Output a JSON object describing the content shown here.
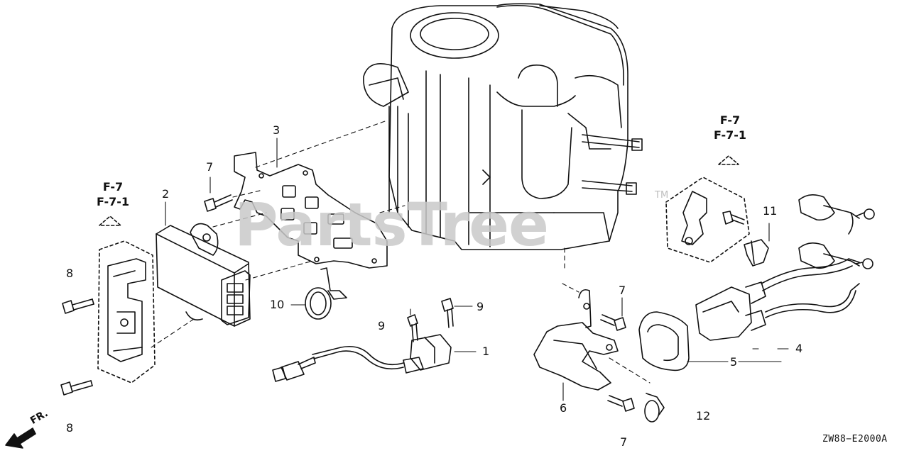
{
  "diagram": {
    "callouts": {
      "c1": "1",
      "c2": "2",
      "c3": "3",
      "c4": "4",
      "c5": "5",
      "c6": "6",
      "c7a": "7",
      "c7b": "7",
      "c7c": "7",
      "c8a": "8",
      "c8b": "8",
      "c9a": "9",
      "c9b": "9",
      "c10": "10",
      "c11": "11",
      "c12": "12"
    },
    "refs": {
      "left_line1": "F-7",
      "left_line2": "F-7-1",
      "right_line1": "F-7",
      "right_line2": "F-7-1"
    },
    "front_label": "FR.",
    "drawing_code": "ZW88−E2000A",
    "watermark": "PartsTree",
    "trademark": "TM"
  }
}
